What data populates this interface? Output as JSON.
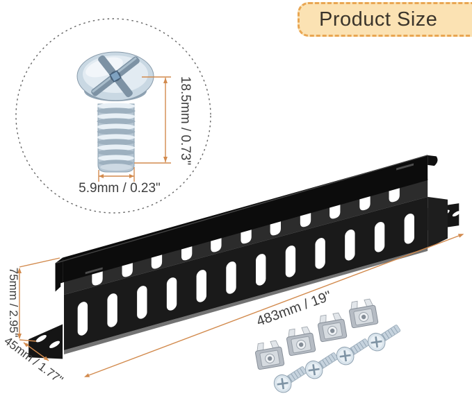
{
  "banner": {
    "label": "Product Size"
  },
  "screw_inset": {
    "length_label": "18.5mm / 0.73\"",
    "diameter_label": "5.9mm / 0.23\""
  },
  "panel": {
    "height_label": "75mm / 2.95\"",
    "depth_label": "45mm / 1.77\"",
    "length_label": "483mm / 19\"",
    "description": "1U 19-inch black metal cable management duct with finger slots",
    "slot_count": 12
  },
  "hardware": {
    "cage_nut_count": 4,
    "screw_count": 4
  },
  "colors": {
    "dimension_line": "#d28a4d",
    "banner_fill": "#fbe2b3",
    "banner_border": "#e9a652",
    "panel_black": "#161616",
    "screw_metal": "#cfdde8"
  }
}
